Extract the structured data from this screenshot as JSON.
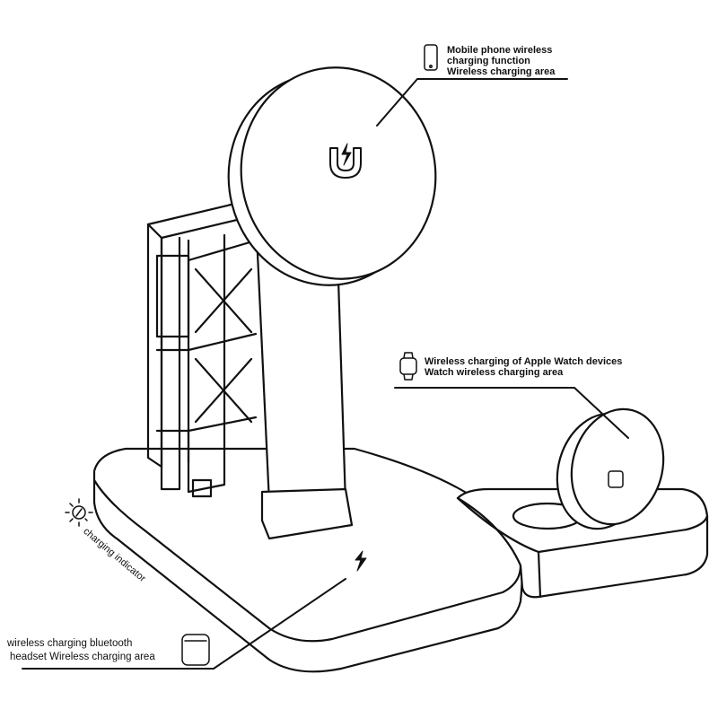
{
  "labels": {
    "phone": [
      "Mobile phone wireless",
      "charging function",
      "Wireless charging area"
    ],
    "watch": [
      "Wireless charging of Apple Watch devices",
      "Watch wireless charging area"
    ],
    "indicator": "charging indicator",
    "headset": [
      "wireless charging bluetooth",
      "headset Wireless charging area"
    ]
  },
  "icons": [
    "phone-icon",
    "watch-icon",
    "light-bulb-icon",
    "earbuds-case-icon",
    "magnet-icon",
    "lightning-icon"
  ],
  "colors": {
    "line": "#111111",
    "background": "#ffffff"
  }
}
